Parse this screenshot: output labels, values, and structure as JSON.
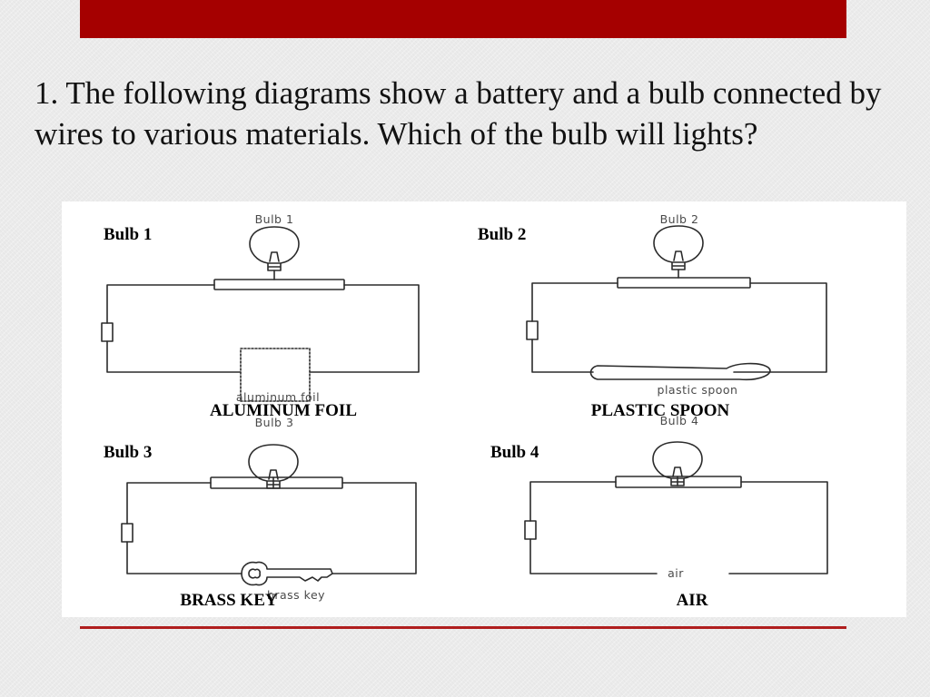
{
  "question": {
    "text": "1. The following diagrams show a battery and a bulb connected by wires to various materials. Which of the bulb will lights?"
  },
  "circuits": [
    {
      "label": "Bulb  1",
      "drawn_label": "Bulb 1",
      "material": "ALUMINUM FOIL",
      "drawn_material": "aluminum foil"
    },
    {
      "label": "Bulb 2",
      "drawn_label": "Bulb 2",
      "material": "PLASTIC SPOON",
      "drawn_material": "plastic spoon"
    },
    {
      "label": "Bulb 3",
      "drawn_label": "Bulb 3",
      "material": "BRASS KEY",
      "drawn_material": "brass key"
    },
    {
      "label": "Bulb 4",
      "drawn_label": "Bulb 4",
      "material": "AIR",
      "drawn_material": "air"
    }
  ],
  "colors": {
    "accent_bar": "#a50000",
    "rule": "#b01e1e",
    "ink": "#2b2b2b"
  }
}
